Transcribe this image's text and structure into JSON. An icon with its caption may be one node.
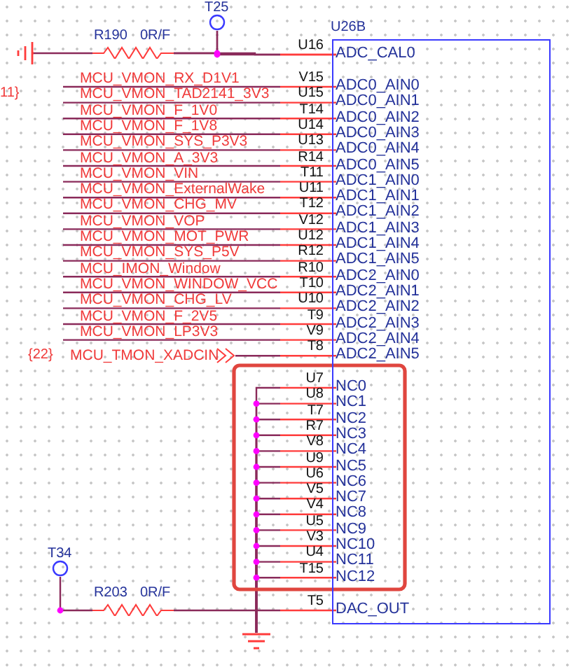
{
  "diagram": {
    "nodes": [
      {
        "text": [
          "U26B"
        ]
      },
      {
        "text": [
          "ADC_CAL0"
        ],
        "in": 0
      },
      {
        "text": [
          "ADC0_AIN0"
        ],
        "in": 0
      },
      {
        "text": [
          "ADC0_AIN1"
        ],
        "in": 0
      },
      {
        "text": [
          "ADC0_AIN2"
        ],
        "in": 0
      },
      {
        "text": [
          "ADC0_AIN3"
        ],
        "in": 0
      },
      {
        "text": [
          "ADC0_AIN4"
        ],
        "in": 0
      },
      {
        "text": [
          "ADC0_AIN5"
        ],
        "in": 0
      },
      {
        "text": [
          "ADC1_AIN0"
        ],
        "in": 0
      },
      {
        "text": [
          "ADC1_AIN1"
        ],
        "in": 0
      },
      {
        "text": [
          "ADC1_AIN2"
        ],
        "in": 0
      },
      {
        "text": [
          "ADC1_AIN3"
        ],
        "in": 0
      },
      {
        "text": [
          "ADC1_AIN4"
        ],
        "in": 0
      },
      {
        "text": [
          "ADC1_AIN5"
        ],
        "in": 0
      },
      {
        "text": [
          "ADC2_AIN0"
        ],
        "in": 0
      },
      {
        "text": [
          "ADC2_AIN1"
        ],
        "in": 0
      },
      {
        "text": [
          "ADC2_AIN2"
        ],
        "in": 0
      },
      {
        "text": [
          "ADC2_AIN3"
        ],
        "in": 0
      },
      {
        "text": [
          "ADC2_AIN4"
        ],
        "in": 0
      },
      {
        "text": [
          "ADC2_AIN5"
        ],
        "in": 0
      },
      {
        "text": [
          "NC0"
        ],
        "in": 0
      },
      {
        "text": [
          "NC1"
        ],
        "in": 0
      },
      {
        "text": [
          "NC2"
        ],
        "in": 0
      },
      {
        "text": [
          "NC3"
        ],
        "in": 0
      },
      {
        "text": [
          "NC4"
        ],
        "in": 0
      },
      {
        "text": [
          "NC5"
        ],
        "in": 0
      },
      {
        "text": [
          "NC6"
        ],
        "in": 0
      },
      {
        "text": [
          "NC7"
        ],
        "in": 0
      },
      {
        "text": [
          "NC8"
        ],
        "in": 0
      },
      {
        "text": [
          "NC9"
        ],
        "in": 0
      },
      {
        "text": [
          "NC10"
        ],
        "in": 0
      },
      {
        "text": [
          "NC11"
        ],
        "in": 0
      },
      {
        "text": [
          "NC12"
        ],
        "in": 0
      },
      {
        "text": [
          "DAC_OUT"
        ],
        "in": 0
      },
      {
        "text": [],
        "shape": "ground"
      },
      {
        "text": [
          "R190",
          "0R/F"
        ]
      },
      {
        "text": [
          "T25"
        ]
      },
      {
        "text": [
          "MCU_VMON_RX_D1V1"
        ]
      },
      {
        "text": [
          "MCU_VMON_TAD2141_3V3"
        ]
      },
      {
        "text": [
          "MCU_VMON_F_1V0"
        ]
      },
      {
        "text": [
          "MCU_VMON_F_1V8"
        ]
      },
      {
        "text": [
          "MCU_VMON_SYS_P3V3"
        ]
      },
      {
        "text": [
          "MCU_VMON_A_3V3"
        ]
      },
      {
        "text": [
          "MCU_VMON_VIN"
        ]
      },
      {
        "text": [
          "MCU_VMON_ExternalWake"
        ]
      },
      {
        "text": [
          "MCU_VMON_CHG_MV"
        ]
      },
      {
        "text": [
          "MCU_VMON_VOP"
        ]
      },
      {
        "text": [
          "MCU_VMON_MOT_PWR"
        ]
      },
      {
        "text": [
          "MCU_VMON_SYS_P5V"
        ]
      },
      {
        "text": [
          "MCU_IMON_Window"
        ]
      },
      {
        "text": [
          "MCU_VMON_WINDOW_VCC"
        ]
      },
      {
        "text": [
          "MCU_VMON_CHG_LV"
        ]
      },
      {
        "text": [
          "MCU_VMON_F_2V5"
        ]
      },
      {
        "text": [
          "MCU_VMON_LP3V3"
        ]
      },
      {
        "text": [
          "MCU_TMON_XADCIN"
        ],
        "beside": [
          "{22}"
        ]
      },
      {
        "text": [],
        "shape": "ground"
      },
      {
        "text": [
          "T34"
        ]
      },
      {
        "text": [
          "R203",
          "0R/F"
        ]
      }
    ],
    "edges": [
      {
        "from": 37,
        "to": 2,
        "arrow": "none",
        "label": "V15"
      },
      {
        "from": 38,
        "to": 3,
        "arrow": "none",
        "label": "U15"
      },
      {
        "from": 39,
        "to": 4,
        "arrow": "none",
        "label": "T14"
      },
      {
        "from": 40,
        "to": 5,
        "arrow": "none",
        "label": "U14"
      },
      {
        "from": 41,
        "to": 6,
        "arrow": "none",
        "label": "U13"
      },
      {
        "from": 42,
        "to": 7,
        "arrow": "none",
        "label": "R14"
      },
      {
        "from": 43,
        "to": 8,
        "arrow": "none",
        "label": "T11"
      },
      {
        "from": 44,
        "to": 9,
        "arrow": "none",
        "label": "U11"
      },
      {
        "from": 45,
        "to": 10,
        "arrow": "none",
        "label": "T12"
      },
      {
        "from": 46,
        "to": 11,
        "arrow": "none",
        "label": "V12"
      },
      {
        "from": 47,
        "to": 12,
        "arrow": "none",
        "label": "U12"
      },
      {
        "from": 48,
        "to": 13,
        "arrow": "none",
        "label": "R12"
      },
      {
        "from": 49,
        "to": 14,
        "arrow": "none",
        "label": "R10"
      },
      {
        "from": 50,
        "to": 15,
        "arrow": "none",
        "label": "T10"
      },
      {
        "from": 51,
        "to": 16,
        "arrow": "none",
        "label": "U10"
      },
      {
        "from": 52,
        "to": 17,
        "arrow": "none",
        "label": "T9"
      },
      {
        "from": 53,
        "to": 18,
        "arrow": "none",
        "label": "V9"
      },
      {
        "from": 54,
        "to": 19,
        "arrow": "none",
        "label": "T8"
      },
      {
        "from": 20,
        "to": 55,
        "arrow": "none",
        "label": "U7"
      },
      {
        "from": 21,
        "to": 55,
        "arrow": "none",
        "label": "U8"
      },
      {
        "from": 22,
        "to": 55,
        "arrow": "none",
        "label": "T7"
      },
      {
        "from": 23,
        "to": 55,
        "arrow": "none",
        "label": "R7"
      },
      {
        "from": 24,
        "to": 55,
        "arrow": "none",
        "label": "V8"
      },
      {
        "from": 25,
        "to": 55,
        "arrow": "none",
        "label": "U9"
      },
      {
        "from": 26,
        "to": 55,
        "arrow": "none",
        "label": "U6"
      },
      {
        "from": 27,
        "to": 55,
        "arrow": "none",
        "label": "V5"
      },
      {
        "from": 28,
        "to": 55,
        "arrow": "none",
        "label": "V4"
      },
      {
        "from": 29,
        "to": 55,
        "arrow": "none",
        "label": "U5"
      },
      {
        "from": 30,
        "to": 55,
        "arrow": "none",
        "label": "V3"
      },
      {
        "from": 31,
        "to": 55,
        "arrow": "none",
        "label": "U4"
      },
      {
        "from": 32,
        "to": 55,
        "arrow": "none",
        "label": "T15"
      },
      {
        "from": 34,
        "to": 35,
        "arrow": "none"
      },
      {
        "from": 35,
        "to": 1,
        "arrow": "none",
        "label": "U16"
      },
      {
        "from": 36,
        "to": 1,
        "arrow": "none"
      },
      {
        "from": 36,
        "to": 35,
        "arrow": "none"
      },
      {
        "from": 56,
        "to": 57,
        "arrow": "none"
      },
      {
        "from": 57,
        "to": 33,
        "arrow": "none",
        "label": "T5"
      }
    ],
    "labels": [
      "11}"
    ]
  }
}
